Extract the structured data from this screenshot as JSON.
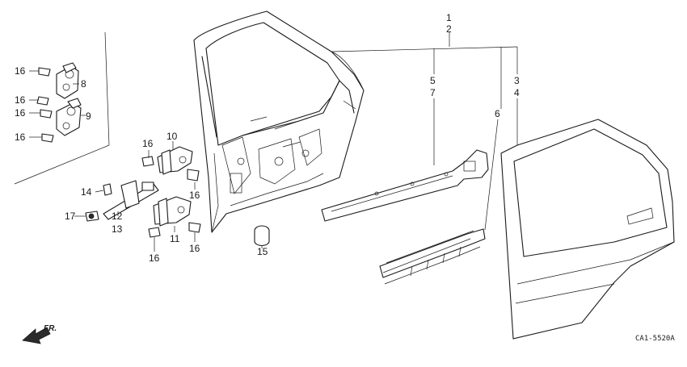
{
  "callouts": {
    "n1": "1",
    "n2": "2",
    "n3": "3",
    "n4": "4",
    "n5": "5",
    "n6": "6",
    "n7": "7",
    "n8": "8",
    "n9": "9",
    "n10": "10",
    "n11": "11",
    "n12": "12",
    "n13": "13",
    "n14": "14",
    "n15": "15",
    "n16a": "16",
    "n16b": "16",
    "n16c": "16",
    "n16d": "16",
    "n16e": "16",
    "n16f": "16",
    "n16g": "16",
    "n16h": "16",
    "n17": "17"
  },
  "direction_label": "FR.",
  "figure_code": "CA1-5520A"
}
